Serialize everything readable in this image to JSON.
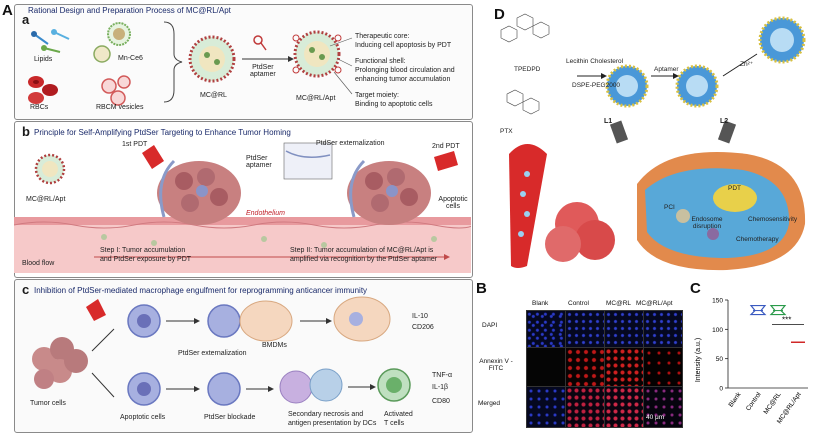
{
  "panelA": {
    "letter": "A",
    "sub": "a",
    "title": "Rational Design and Preparation Process of MC@RL/Apt",
    "lipids": "Lipids",
    "mnce6": "Mn-Ce6",
    "rbcs": "RBCs",
    "rbcm": "RBCM vesicles",
    "mcrl": "MC@RL",
    "aptamer": "PtdSer\naptamer",
    "mcrlapt": "MC@RL/Apt",
    "core_title": "Therapeutic core:",
    "core_text": "Inducing cell apoptosis by PDT",
    "shell_title": "Functional shell:",
    "shell_text1": "Prolonging blood circulation and",
    "shell_text2": "enhancing tumor accumulation",
    "target_title": "Target moiety:",
    "target_text": "Binding to apoptotic cells"
  },
  "panelB": {
    "sub": "b",
    "title": "Principle for Self-Amplifying PtdSer Targeting to Enhance Tumor Homing",
    "pdt1": "1st PDT",
    "pdt2": "2nd PDT",
    "mcrlapt": "MC@RL/Apt",
    "aptamer": "PtdSer aptamer",
    "externalization": "PtdSer externalization",
    "apoptotic": "Apoptotic cells",
    "endothelium": "Endothelium",
    "bloodflow": "Blood flow",
    "step1a": "Step I: Tumor accumulation",
    "step1b": "and PtdSer exposure by PDT",
    "step2a": "Step II: Tumor accumulation of MC@RL/Apt is",
    "step2b": "amplified via recognition by the PtdSer aptamer"
  },
  "panelC": {
    "sub": "c",
    "title": "Inhibition of PtdSer-mediated macrophage engulfment for reprogramming anticancer immunity",
    "externalization": "PtdSer externalization",
    "bmdms": "BMDMs",
    "il10": "IL-10",
    "cd206": "CD206",
    "tumor": "Tumor cells",
    "apoptotic": "Apoptotic cells",
    "blockade": "PtdSer blockade",
    "necrosis1": "Secondary necrosis and",
    "necrosis2": "antigen presentation by DCs",
    "activated1": "Activated",
    "activated2": "T cells",
    "tnf": "TNF-α",
    "il1b": "IL-1β",
    "cd80": "CD80"
  },
  "panelD": {
    "letter": "D",
    "tpedpd": "TPEDPD",
    "lecithin": "Lecithin Cholesterol",
    "dspe": "DSPE-PEG2000",
    "aptamer": "Aptamer",
    "zn": "Zn²⁺",
    "ptx": "PTX",
    "l1": "L1",
    "l2": "L2",
    "pdt": "PDT",
    "endosome": "Endosome disruption",
    "chemosensitivity": "Chemosensitivity",
    "chemotherapy": "Chemotherapy",
    "pci": "PCI"
  },
  "panelB_img": {
    "letter": "B",
    "cols": [
      "Blank",
      "Control",
      "MC@RL",
      "MC@RL/Apt"
    ],
    "rows": [
      "DAPI",
      "Annexin V -FITC",
      "Merged"
    ],
    "scale": "40 μm"
  },
  "panelC_chart": {
    "letter": "C",
    "ylabel": "Intensity (a.u.)",
    "significance": "***"
  },
  "colors": {
    "title_blue": "#1a2a6a",
    "red_accent": "#c0202a",
    "vessel": "#e8a0a4",
    "dapi_blue": "#1a2ab0",
    "fitc_red": "#c01818"
  },
  "chart_data": {
    "type": "box",
    "title": "",
    "xlabel": "",
    "ylabel": "Intensity (a.u.)",
    "categories": [
      "Blank",
      "Control",
      "MC@RL",
      "MC@RL/Apt"
    ],
    "values": [
      null,
      132,
      132,
      78
    ],
    "ylim": [
      0,
      150
    ],
    "yticks": [
      0,
      50,
      100,
      150
    ],
    "series_colors": [
      "#777777",
      "#3a5ac0",
      "#2a9a4a",
      "#d02828"
    ],
    "annotations": [
      "***"
    ]
  }
}
